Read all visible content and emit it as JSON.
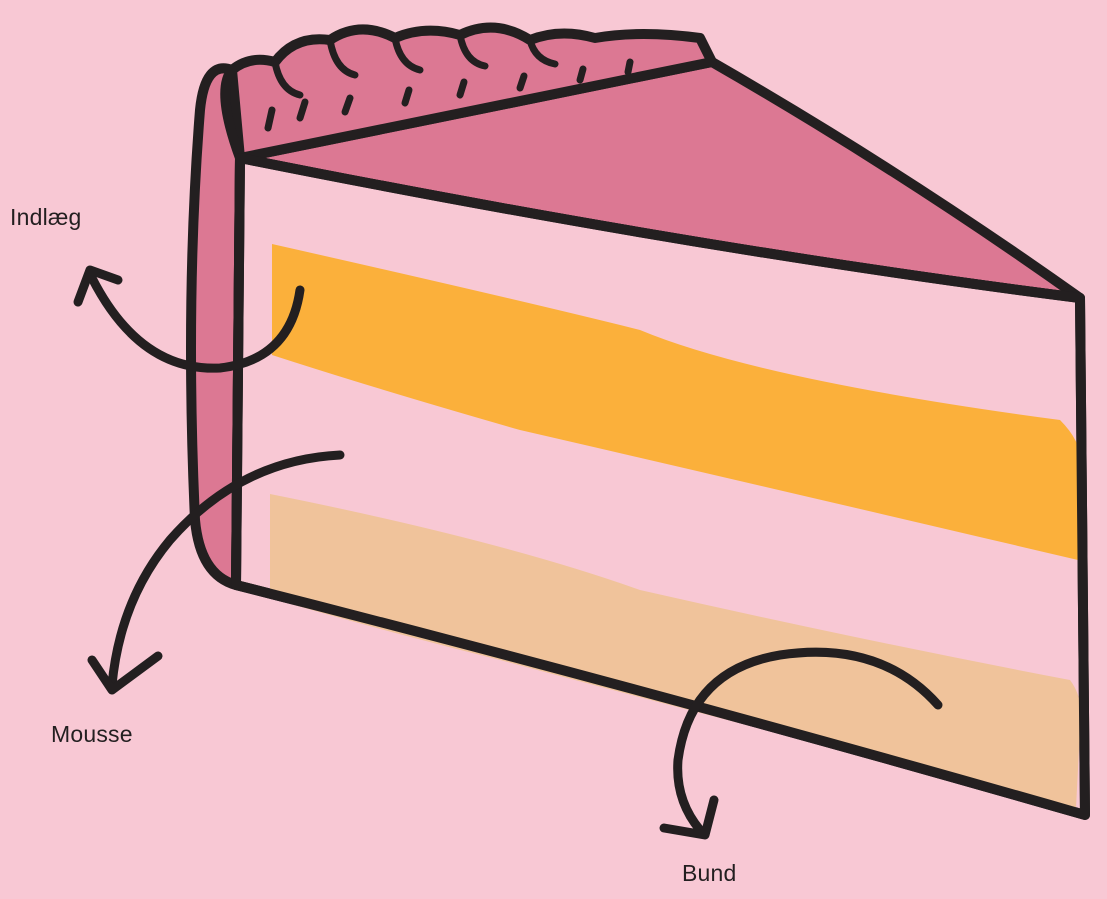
{
  "colors": {
    "background": "#F8C8D4",
    "frosting": "#DC7893",
    "mousse": "#F8C8D4",
    "filling": "#FBB03B",
    "base": "#F0C39B",
    "outline": "#231F20"
  },
  "labels": {
    "filling": "Indlæg",
    "mousse": "Mousse",
    "base": "Bund"
  },
  "icons": {
    "illustration": "cake-slice-icon",
    "arrows": "curved-arrow-icon"
  }
}
